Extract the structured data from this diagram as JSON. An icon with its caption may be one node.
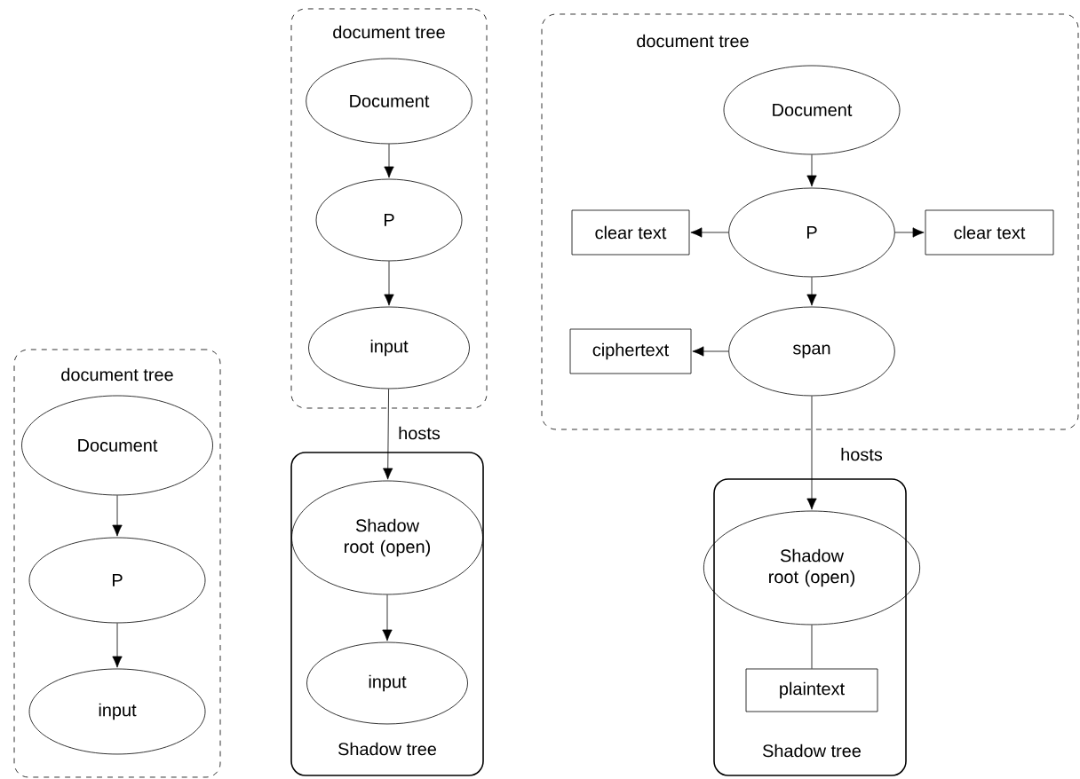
{
  "diagram": {
    "nodes": [
      {
        "text": [
          "document tree"
        ]
      },
      {
        "text": [
          "Document"
        ],
        "in": 0
      },
      {
        "text": [
          "P"
        ],
        "in": 0
      },
      {
        "text": [
          "input"
        ],
        "in": 0
      },
      {
        "text": [
          "document tree"
        ]
      },
      {
        "text": [
          "Document"
        ],
        "in": 4
      },
      {
        "text": [
          "P"
        ],
        "in": 4
      },
      {
        "text": [
          "input"
        ],
        "in": 4
      },
      {
        "text": [
          "Shadow tree"
        ]
      },
      {
        "text": [
          "Shadow root (open)"
        ],
        "in": 8
      },
      {
        "text": [
          "input"
        ],
        "in": 8
      },
      {
        "text": [
          "document tree"
        ]
      },
      {
        "text": [
          "Document"
        ],
        "in": 11
      },
      {
        "text": [
          "P"
        ],
        "in": 11
      },
      {
        "text": [
          "clear text"
        ],
        "in": 11
      },
      {
        "text": [
          "clear text"
        ],
        "in": 11
      },
      {
        "text": [
          "span"
        ],
        "in": 11
      },
      {
        "text": [
          "ciphertext"
        ],
        "in": 11
      },
      {
        "text": [
          "Shadow tree"
        ]
      },
      {
        "text": [
          "Shadow root (open)"
        ],
        "in": 18
      },
      {
        "text": [
          "plaintext"
        ],
        "in": 18
      }
    ],
    "edges": [
      {
        "from": 1,
        "to": 2,
        "arrow": "to"
      },
      {
        "from": 2,
        "to": 3,
        "arrow": "to"
      },
      {
        "from": 5,
        "to": 6,
        "arrow": "to"
      },
      {
        "from": 6,
        "to": 7,
        "arrow": "to"
      },
      {
        "from": 7,
        "to": 9,
        "arrow": "to",
        "label": "hosts"
      },
      {
        "from": 9,
        "to": 10,
        "arrow": "to"
      },
      {
        "from": 12,
        "to": 13,
        "arrow": "to"
      },
      {
        "from": 13,
        "to": 14,
        "arrow": "to"
      },
      {
        "from": 13,
        "to": 15,
        "arrow": "to"
      },
      {
        "from": 13,
        "to": 16,
        "arrow": "to"
      },
      {
        "from": 16,
        "to": 17,
        "arrow": "to"
      },
      {
        "from": 16,
        "to": 19,
        "arrow": "to",
        "label": "hosts"
      },
      {
        "from": 19,
        "to": 20,
        "arrow": "none"
      }
    ]
  }
}
